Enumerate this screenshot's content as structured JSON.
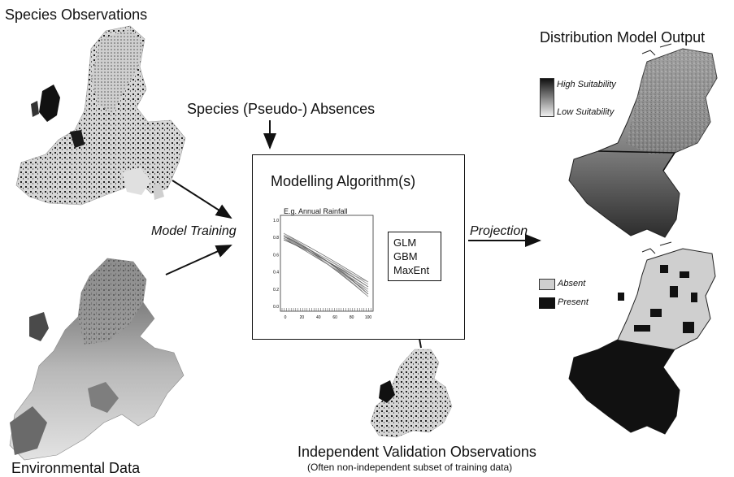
{
  "labels": {
    "species_observations": "Species Observations",
    "environmental_data": "Environmental Data",
    "model_training": "Model Training",
    "pseudo_absences": "Species (Pseudo-) Absences",
    "modelling_algorithms": "Modelling Algorithm(s)",
    "projection": "Projection",
    "distribution_output": "Distribution Model Output",
    "validation_title": "Independent Validation Observations",
    "validation_subtitle": "(Often non-independent subset of training data)"
  },
  "plot": {
    "title": "E.g. Annual Rainfall",
    "x_ticks": [
      "0",
      "20",
      "40",
      "60",
      "80",
      "100"
    ],
    "y_ticks": [
      "0.0",
      "0.2",
      "0.4",
      "0.6",
      "0.8",
      "1.0"
    ]
  },
  "algorithms": [
    "GLM",
    "GBM",
    "MaxEnt"
  ],
  "legend_suitability": {
    "high": "High Suitability",
    "low": "Low Suitability"
  },
  "legend_presence": {
    "absent": "Absent",
    "present": "Present"
  }
}
